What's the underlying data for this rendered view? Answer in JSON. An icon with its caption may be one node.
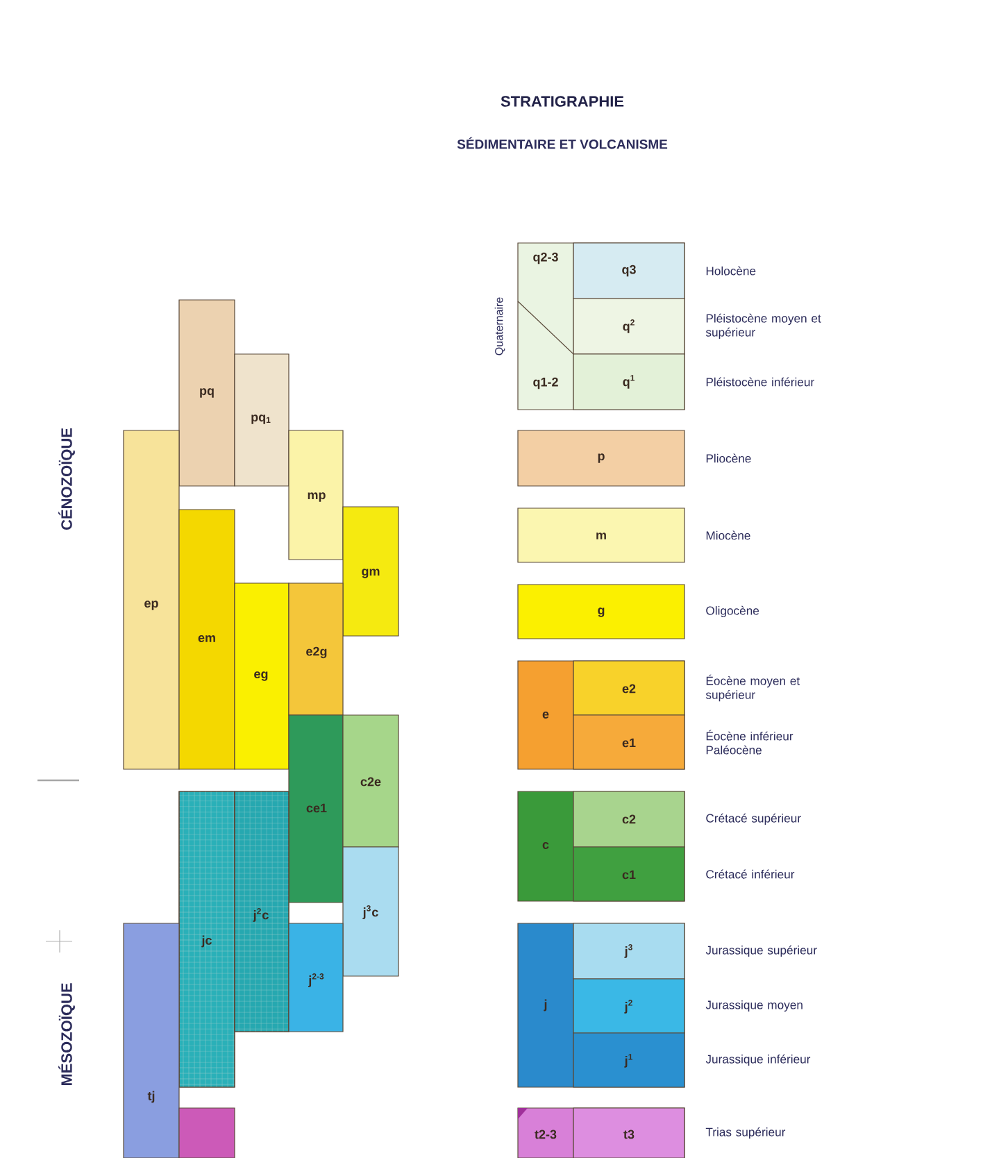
{
  "diagram": {
    "title": "STRATIGRAPHIE",
    "nodes": [
      {
        "text": [
          "pq"
        ]
      },
      {
        "text": [
          "pq$_{1}$"
        ]
      },
      {
        "text": [
          "ep"
        ]
      },
      {
        "text": [
          "mp"
        ]
      },
      {
        "text": [
          "gm"
        ]
      },
      {
        "text": [
          "em"
        ]
      },
      {
        "text": [
          "eg"
        ]
      },
      {
        "text": [
          "e2g"
        ]
      },
      {
        "text": [
          "ce1"
        ]
      },
      {
        "text": [
          "c2e"
        ]
      },
      {
        "text": [
          "jc"
        ]
      },
      {
        "text": [
          "j$^{2}$c"
        ]
      },
      {
        "text": [
          "j$^{3}$c"
        ]
      },
      {
        "text": [
          "j$^{2-3}$"
        ]
      },
      {
        "text": [
          "tj"
        ]
      },
      {
        "text": [],
        "shape": "box"
      },
      {
        "text": [
          "Quaternaire"
        ]
      },
      {
        "text": [
          "q2-3"
        ],
        "in": 16
      },
      {
        "text": [
          "q3"
        ],
        "in": 16,
        "beside": [
          "Holocène"
        ]
      },
      {
        "text": [
          "q$^{2}$"
        ],
        "in": 16,
        "beside": [
          "Pléistocène moyen et supérieur"
        ]
      },
      {
        "text": [
          "q1-2"
        ],
        "in": 16
      },
      {
        "text": [
          "q$^{1}$"
        ],
        "in": 16,
        "beside": [
          "Pléistocène inférieur"
        ]
      },
      {
        "text": [
          "p"
        ],
        "beside": [
          "Pliocène"
        ]
      },
      {
        "text": [
          "m"
        ],
        "beside": [
          "Miocène"
        ]
      },
      {
        "text": [
          "g"
        ],
        "beside": [
          "Oligocène"
        ]
      },
      {
        "text": [
          "e"
        ]
      },
      {
        "text": [
          "e2"
        ],
        "in": 25,
        "beside": [
          "Éocène moyen et supérieur"
        ]
      },
      {
        "text": [
          "e1"
        ],
        "in": 25,
        "beside": [
          "Éocène inférieur Paléocène"
        ]
      },
      {
        "text": [
          "c"
        ]
      },
      {
        "text": [
          "c2"
        ],
        "in": 28,
        "beside": [
          "Crétacé supérieur"
        ]
      },
      {
        "text": [
          "c1"
        ],
        "in": 28,
        "beside": [
          "Crétacé inférieur"
        ]
      },
      {
        "text": [
          "j"
        ]
      },
      {
        "text": [
          "j$^{3}$"
        ],
        "in": 31,
        "beside": [
          "Jurassique supérieur"
        ]
      },
      {
        "text": [
          "j$^{2}$"
        ],
        "in": 31,
        "beside": [
          "Jurassique moyen"
        ]
      },
      {
        "text": [
          "j$^{1}$"
        ],
        "in": 31,
        "beside": [
          "Jurassique inférieur"
        ]
      },
      {
        "text": [
          "t2-3"
        ]
      },
      {
        "text": [
          "t3"
        ],
        "in": 35,
        "beside": [
          "Trias supérieur"
        ]
      }
    ],
    "labels": [
      "SÉDIMENTAIRE ET VOLCANISME",
      "CÉNOZOÏQUE",
      "MÉSOZOÏQUE"
    ]
  }
}
